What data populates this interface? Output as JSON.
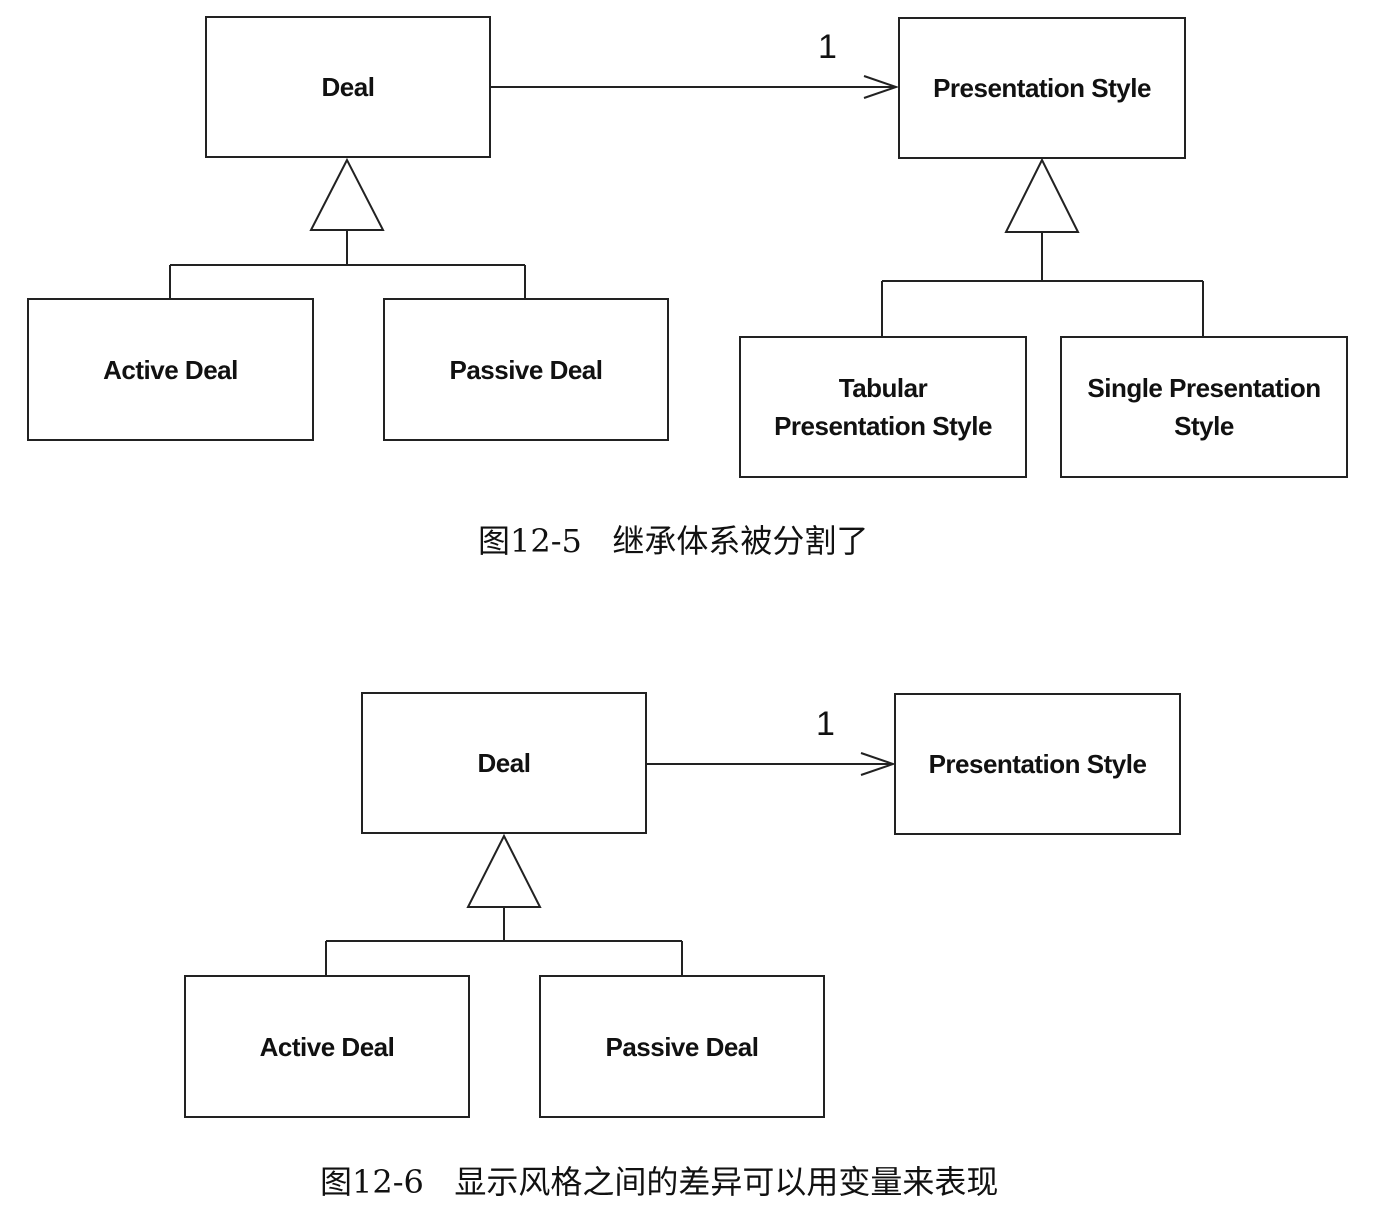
{
  "figure_12_5": {
    "boxes": {
      "deal": "Deal",
      "presentation_style": "Presentation Style",
      "active_deal": "Active Deal",
      "passive_deal": "Passive Deal",
      "tabular_presentation_style": "Tabular\nPresentation Style",
      "single_presentation_style": "Single Presentation\nStyle"
    },
    "multiplicity": "1",
    "caption": "图12-5   继承体系被分割了"
  },
  "figure_12_6": {
    "boxes": {
      "deal": "Deal",
      "presentation_style": "Presentation Style",
      "active_deal": "Active Deal",
      "passive_deal": "Passive Deal"
    },
    "multiplicity": "1",
    "caption": "图12-6   显示风格之间的差异可以用变量来表现"
  }
}
